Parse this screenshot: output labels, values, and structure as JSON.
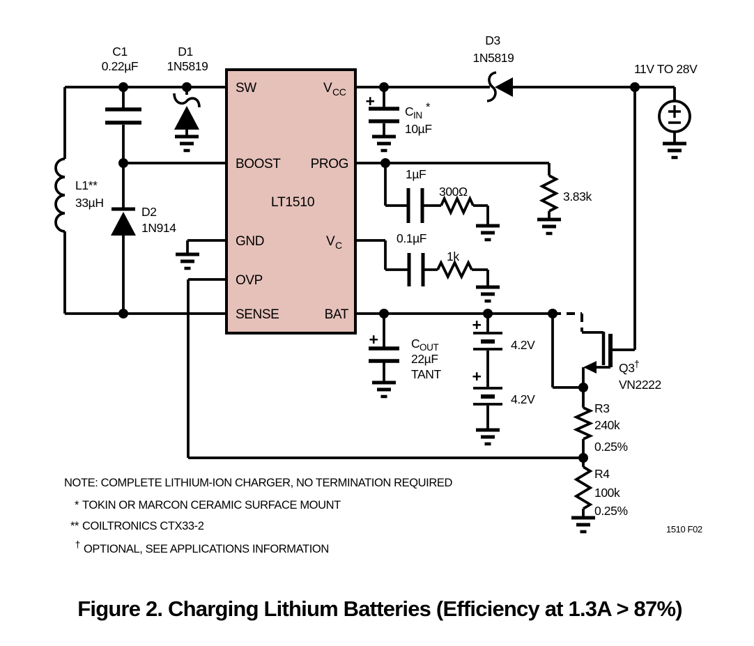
{
  "figure": {
    "caption": "Figure 2. Charging Lithium Batteries (Efficiency at 1.3A > 87%)",
    "code": "1510 F02"
  },
  "ic": {
    "name": "LT1510",
    "fill": "#e5c1ba",
    "pins": {
      "sw": "SW",
      "boost": "BOOST",
      "gnd": "GND",
      "ovp": "OVP",
      "sense": "SENSE",
      "vcc_main": "V",
      "vcc_sub": "CC",
      "prog": "PROG",
      "vc_main": "V",
      "vc_sub": "C",
      "bat": "BAT"
    }
  },
  "components": {
    "c1_ref": "C1",
    "c1_val": "0.22µF",
    "d1_ref": "D1",
    "d1_val": "1N5819",
    "d2_ref": "D2",
    "d2_val": "1N914",
    "d3_ref": "D3",
    "d3_val": "1N5819",
    "l1_ref": "L1**",
    "l1_val": "33µH",
    "cin_main": "C",
    "cin_sub": "IN",
    "cin_sup": "*",
    "cin_val": "10µF",
    "cin_plus": "+",
    "cprog_val": "1µF",
    "rprog_val": "300Ω",
    "rdiv_val": "3.83k",
    "cvc_val": "0.1µF",
    "rvc_val": "1k",
    "cout_main": "C",
    "cout_sub": "OUT",
    "cout_val": "22µF",
    "cout_note": "TANT",
    "cout_plus": "+",
    "bat1_plus": "+",
    "bat1_val": "4.2V",
    "bat2_plus": "+",
    "bat2_val": "4.2V",
    "q3_ref": "Q3",
    "q3_sup": "†",
    "q3_val": "VN2222",
    "r3_ref": "R3",
    "r3_val": "240k",
    "r3_tol": "0.25%",
    "r4_ref": "R4",
    "r4_val": "100k",
    "r4_tol": "0.25%",
    "vin_label": "11V TO 28V"
  },
  "notes": {
    "line1": "NOTE: COMPLETE LITHIUM-ION CHARGER, NO TERMINATION REQUIRED",
    "m2": "*",
    "line2": "TOKIN OR MARCON CERAMIC SURFACE MOUNT",
    "m3": "**",
    "line3": "COILTRONICS CTX33-2",
    "m4": "†",
    "line4": "OPTIONAL, SEE APPLICATIONS INFORMATION"
  }
}
